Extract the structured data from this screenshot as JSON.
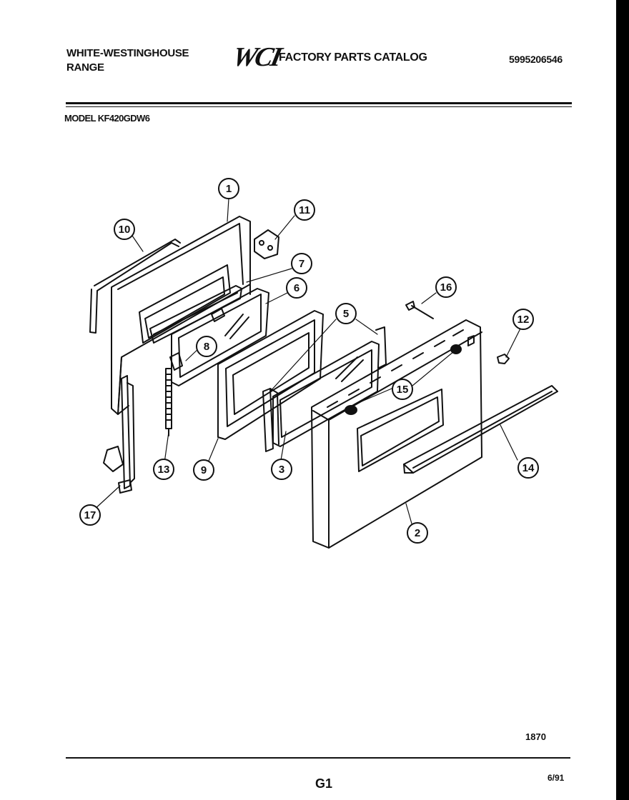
{
  "header": {
    "brand_line1": "WHITE-WESTINGHOUSE",
    "brand_line2": "RANGE",
    "logo_text": "WCI",
    "catalog_title": "FACTORY PARTS CATALOG",
    "part_number": "5995206546"
  },
  "model": "MODEL KF420GDW6",
  "callouts": [
    "1",
    "2",
    "3",
    "5",
    "6",
    "7",
    "8",
    "9",
    "10",
    "11",
    "12",
    "13",
    "14",
    "15",
    "16",
    "17"
  ],
  "footer": {
    "figure_number": "1870",
    "page": "G1",
    "date": "6/91"
  }
}
